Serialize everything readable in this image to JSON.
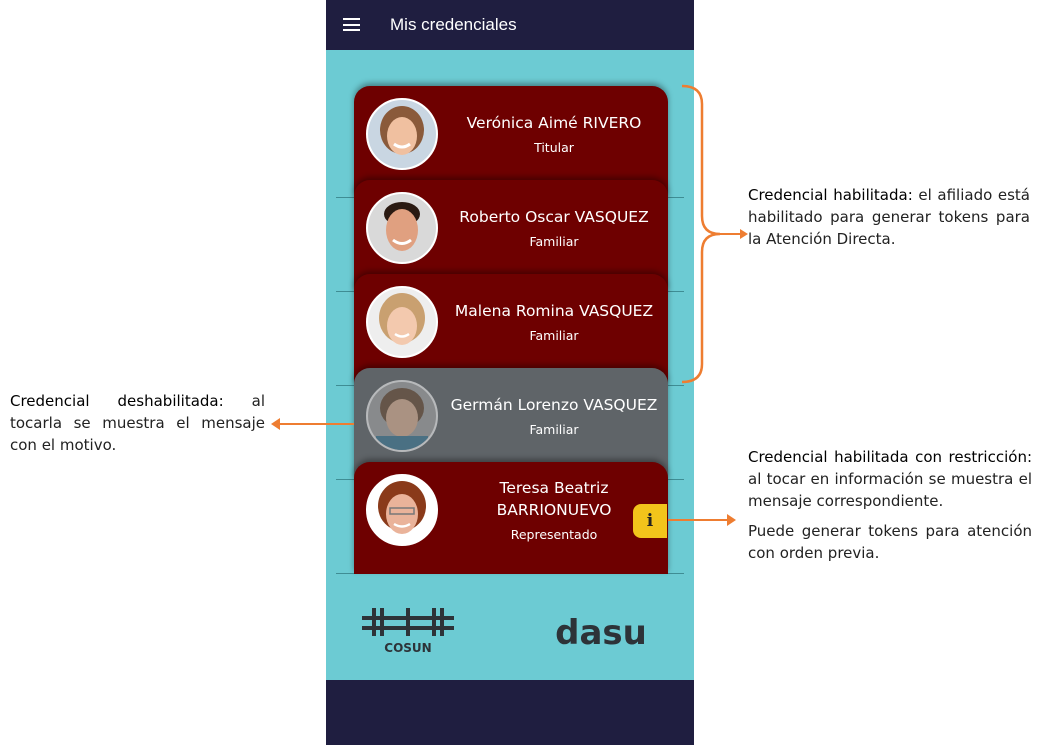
{
  "header": {
    "title": "Mis credenciales"
  },
  "credentials": [
    {
      "name": "Verónica Aimé RIVERO",
      "role": "Titular",
      "status": "enabled"
    },
    {
      "name": "Roberto Oscar VASQUEZ",
      "role": "Familiar",
      "status": "enabled"
    },
    {
      "name": "Malena Romina VASQUEZ",
      "role": "Familiar",
      "status": "enabled"
    },
    {
      "name": "Germán Lorenzo VASQUEZ",
      "role": "Familiar",
      "status": "disabled"
    },
    {
      "name": "Teresa Beatriz BARRIONUEVO",
      "role": "Representado",
      "status": "restricted"
    }
  ],
  "info_button": "i",
  "logos": {
    "cosun": "COSUN",
    "dasu": "dasu"
  },
  "annotations": {
    "enabled": {
      "title": "Credencial habilitada:",
      "text": " el afiliado está habilitado para generar tokens para la Atención Directa."
    },
    "disabled": {
      "title": "Credencial deshabilitada:",
      "text": " al tocarla se muestra el mensaje con el motivo."
    },
    "restricted": {
      "title": "Credencial habilitada con restricción:",
      "text": " al tocar en información se muestra el mensaje correspondiente.",
      "extra": "Puede generar tokens para atención con orden previa."
    }
  },
  "colors": {
    "header": "#1f1e40",
    "background": "#6ccbd3",
    "card": "#6e0000",
    "disabled_card": "#5f6468",
    "info": "#f2c41b",
    "accent": "#ee7d31"
  }
}
